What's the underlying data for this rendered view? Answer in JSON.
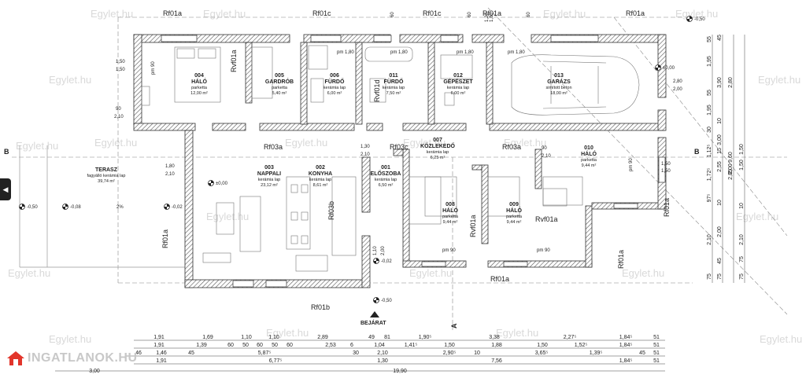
{
  "watermark": "Egylet.hu",
  "brand_logo_text": "INGATLANOK.HU",
  "nav": {
    "arrow": "◀"
  },
  "rooms": [
    {
      "id": "004",
      "name": "HÁLÓ",
      "floor": "parketta",
      "area": "12,00 m²"
    },
    {
      "id": "005",
      "name": "GARDRÓB",
      "floor": "parketta",
      "area": "5,40 m²"
    },
    {
      "id": "006",
      "name": "FÜRDŐ",
      "floor": "kerámia lap",
      "area": "6,00 m²"
    },
    {
      "id": "011",
      "name": "FÜRDŐ",
      "floor": "kerámia lap",
      "area": "7,50 m²"
    },
    {
      "id": "012",
      "name": "GÉPÉSZET",
      "floor": "kerámia lap",
      "area": "6,00 m²"
    },
    {
      "id": "013",
      "name": "GARÁZS",
      "floor": "simított beton",
      "area": "18,00 m²"
    },
    {
      "id": "007",
      "name": "KÖZLEKEDŐ",
      "floor": "kerámia lap",
      "area": "6,25 m²"
    },
    {
      "id": "010",
      "name": "HÁLÓ",
      "floor": "parketta",
      "area": "9,44 m²"
    },
    {
      "id": "003",
      "name": "NAPPALI",
      "floor": "kerámia lap",
      "area": "23,12 m²"
    },
    {
      "id": "002",
      "name": "KONYHA",
      "floor": "kerámia lap",
      "area": "8,61 m²"
    },
    {
      "id": "001",
      "name": "ELŐSZOBA",
      "floor": "kerámia lap",
      "area": "6,50 m²"
    },
    {
      "id": "008",
      "name": "HÁLÓ",
      "floor": "parketta",
      "area": "9,44 m²"
    },
    {
      "id": "009",
      "name": "HÁLÓ",
      "floor": "parketta",
      "area": "9,44 m²"
    }
  ],
  "terrace": {
    "name": "TERASZ",
    "floor": "fagyálló kerámia lap",
    "area": "39,74 m²"
  },
  "entrance": "BEJÁRAT",
  "section_marks": {
    "b": "B",
    "a": "A"
  },
  "facade_labels": {
    "rf01a": "Rf01a",
    "rf01c": "Rf01c",
    "rvf01a": "Rvf01a",
    "rvf01d": "Rvf01d",
    "rf03a": "Rf03a",
    "rf03c": "Rf03c",
    "rf03b": "Rf03b",
    "rf01b": "Rf01b"
  },
  "levels": {
    "m050": "-0,50",
    "m008": "-0,08",
    "m002": "-0,02",
    "zero": "±0,00",
    "slope": "2%"
  },
  "misc": {
    "pm90": "pm 90",
    "pm180": "pm 1,80"
  },
  "opening_dims": {
    "d150": "1,50",
    "d210": "2,10",
    "d90": "90",
    "d60": "60",
    "d120": "1,20",
    "d180": "1,80",
    "d130": "1,30",
    "d110": "1,10",
    "d200": "2,00",
    "d280": "2,80"
  },
  "dim_row1": [
    "1,91",
    "1,69",
    "1,10",
    "1,10",
    "2,89",
    "49",
    "81",
    "1,90⁵",
    "3,38",
    "2,27⁵",
    "1,84⁵",
    "51"
  ],
  "dim_row2": [
    "1,91",
    "1,39",
    "60",
    "50",
    "60",
    "50",
    "60",
    "2,53",
    "6",
    "1,04",
    "1,41⁵",
    "1,50",
    "1,88",
    "1,50",
    "1,52⁵",
    "1,84⁵",
    "51"
  ],
  "dim_row3": [
    "46",
    "1,46",
    "45",
    "5,87⁵",
    "30",
    "2,10",
    "2,90⁵",
    "10",
    "3,65⁵",
    "1,39⁵",
    "45",
    "51"
  ],
  "dim_row4": [
    "1,91",
    "6,77⁵",
    "1,30",
    "7,56",
    "1,84⁵",
    "51"
  ],
  "dim_row5": [
    "3,00",
    "19,90"
  ],
  "right_dims_a": [
    "55",
    "1,95",
    "55",
    "1,95",
    "30",
    "1,12⁵",
    "1,72⁵",
    "97⁵",
    "2,10",
    "75"
  ],
  "right_dims_b": [
    "45",
    "3,90",
    "10",
    "3,00",
    "15",
    "2,55",
    "10",
    "2,00",
    "45",
    "75"
  ],
  "right_dims_c": [
    "2,80",
    "2,00",
    "2,85",
    "9,60"
  ],
  "right_dims_d": [
    "1,50",
    "1,50",
    "10",
    "2,10",
    "75",
    "75"
  ]
}
